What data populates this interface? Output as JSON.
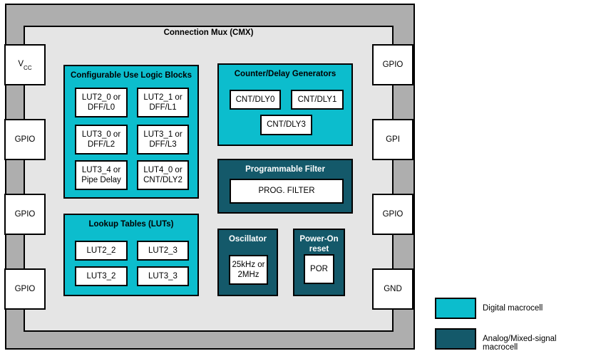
{
  "diagram": {
    "title": "Connection Mux (CMX)",
    "colors": {
      "digital_macrocell": "#0cbdcd",
      "analog_macrocell": "#14596a",
      "frame": "#aeaeae",
      "inner_background": "#e5e5e5"
    },
    "pins": {
      "left": [
        {
          "label": "V",
          "sub": "CC"
        },
        {
          "label": "GPIO",
          "sub": ""
        },
        {
          "label": "GPIO",
          "sub": ""
        },
        {
          "label": "GPIO",
          "sub": ""
        }
      ],
      "right": [
        {
          "label": "GPIO"
        },
        {
          "label": "GPI"
        },
        {
          "label": "GPIO"
        },
        {
          "label": "GND"
        }
      ]
    },
    "blocks": {
      "cul": {
        "title": "Configurable Use Logic Blocks",
        "cells": [
          "LUT2_0 or\nDFF/L0",
          "LUT2_1 or\nDFF/L1",
          "LUT3_0 or\nDFF/L2",
          "LUT3_1 or\nDFF/L3",
          "LUT3_4 or\nPipe Delay",
          "LUT4_0 or\nCNT/DLY2"
        ]
      },
      "cnt": {
        "title": "Counter/Delay Generators",
        "cells": [
          "CNT/DLY0",
          "CNT/DLY1",
          "CNT/DLY3"
        ]
      },
      "filter": {
        "title": "Programmable Filter",
        "cells": [
          "PROG. FILTER"
        ]
      },
      "luts": {
        "title": "Lookup Tables (LUTs)",
        "cells": [
          "LUT2_2",
          "LUT2_3",
          "LUT3_2",
          "LUT3_3"
        ]
      },
      "osc": {
        "title": "Oscillator",
        "cells": [
          "25kHz or\n2MHz"
        ]
      },
      "por": {
        "title": "Power-On\nreset",
        "cells": [
          "POR"
        ]
      }
    },
    "legend": [
      {
        "label": "Digital macrocell"
      },
      {
        "label": "Analog/Mixed-signal macrocell"
      }
    ]
  }
}
